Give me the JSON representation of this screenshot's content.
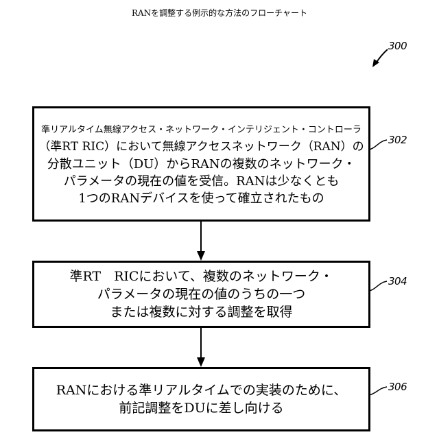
{
  "title": "RANを調整する例示的な方法のフローチャート",
  "figure_number": "300",
  "steps": [
    {
      "ref": "302",
      "lines": [
        "準リアルタイム無線アクセス・ネットワーク・インテリジェント・コントローラ",
        "（準RT RIC）において無線アクセスネットワーク（RAN）の",
        "分散ユニット（DU）からRANの複数のネットワーク・",
        "パラメータの現在の値を受信。RANは少なくとも",
        "1つのRANデバイスを使って確立されたもの"
      ]
    },
    {
      "ref": "304",
      "lines": [
        "準RT　RICにおいて、複数のネットワーク・",
        "パラメータの現在の値のうちの一つ",
        "または複数に対する調整を取得"
      ]
    },
    {
      "ref": "306",
      "lines": [
        "RANにおける準リアルタイムでの実装のために、",
        "前記調整をDUに差し向ける"
      ]
    }
  ]
}
